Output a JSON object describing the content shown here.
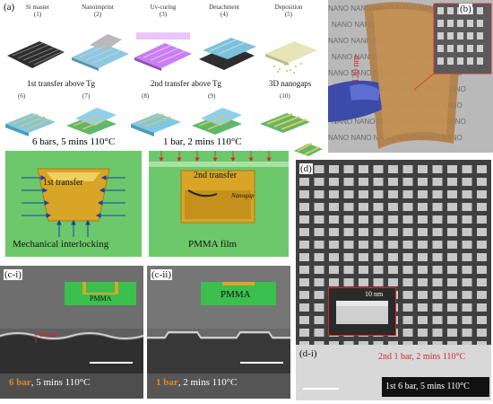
{
  "panel_a": {
    "letter": "(a)",
    "steps": [
      {
        "name": "Si master",
        "num": "(1)"
      },
      {
        "name": "Nanoimprint",
        "num": "(2)"
      },
      {
        "name": "Uv-curing",
        "num": "(3)"
      },
      {
        "name": "Detachment",
        "num": "(4)"
      },
      {
        "name": "Deposition",
        "num": "(5)"
      }
    ],
    "row2": [
      {
        "name": "1st transfer above Tg",
        "nums": [
          "(6)",
          "(7)"
        ]
      },
      {
        "name": "2nd transfer above Tg",
        "nums": [
          "(8)",
          "(9)"
        ]
      },
      {
        "name": "3D nanogaps",
        "nums": [
          "(10)"
        ]
      }
    ],
    "cond_left": "6 bars, 5 mins 110°C",
    "cond_right": "1 bar, 2 mins 110°C",
    "label_transfer1": "1st transfer",
    "label_transfer2": "2nd transfer",
    "label_nanogap": "Nanogap",
    "caption_left": "Mechanical interlocking",
    "caption_right": "PMMA film"
  },
  "panel_b": {
    "letter": "(b)",
    "scale": "120 nm",
    "watermark_word": "NANO"
  },
  "panel_c1": {
    "letter": "(c-i)",
    "pmma": "PMMA",
    "measure": "80 nm",
    "cond_highlight": "6 bar",
    "cond_rest": ", 5 mins 110°C"
  },
  "panel_c2": {
    "letter": "(c-ii)",
    "pmma": "PMMA",
    "cond_highlight": "1 bar",
    "cond_rest": ", 2 mins 110°C"
  },
  "panel_d": {
    "letter": "(d)",
    "inset_measure": "10 nm",
    "sub_letter": "(d-i)",
    "cond2": "2nd 1 bar, 2 mins 110°C",
    "cond1": "1st 6 bar, 5 mins 110°C"
  },
  "colors": {
    "gold": "#d9a526",
    "green": "#3bbf4f",
    "highlight_orange": "#e0872a",
    "annotation_red": "#d42a2a"
  }
}
